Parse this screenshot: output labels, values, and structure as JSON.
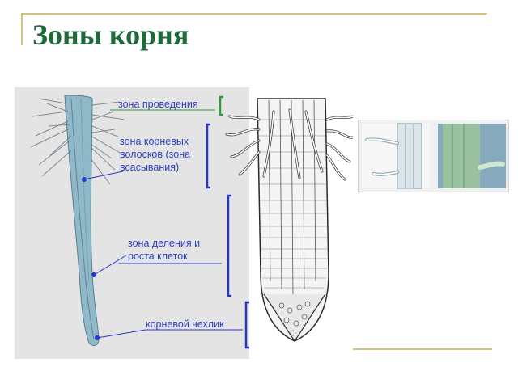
{
  "slide": {
    "title": "Зоны корня"
  },
  "labels": {
    "conduction": "зона проведения",
    "root_hairs_1": "зона корневых",
    "root_hairs_2": "волосков (зона",
    "root_hairs_3": "всасывания)",
    "division_1": "зона деления и",
    "division_2": "роста клеток",
    "cap": "корневой чехлик"
  },
  "colors": {
    "title": "#1e6a3a",
    "label_text": "#2e3fbf",
    "bracket_green": "#2f9a3c",
    "bracket_blue": "#2835c8",
    "frame": "#d4c27a"
  }
}
